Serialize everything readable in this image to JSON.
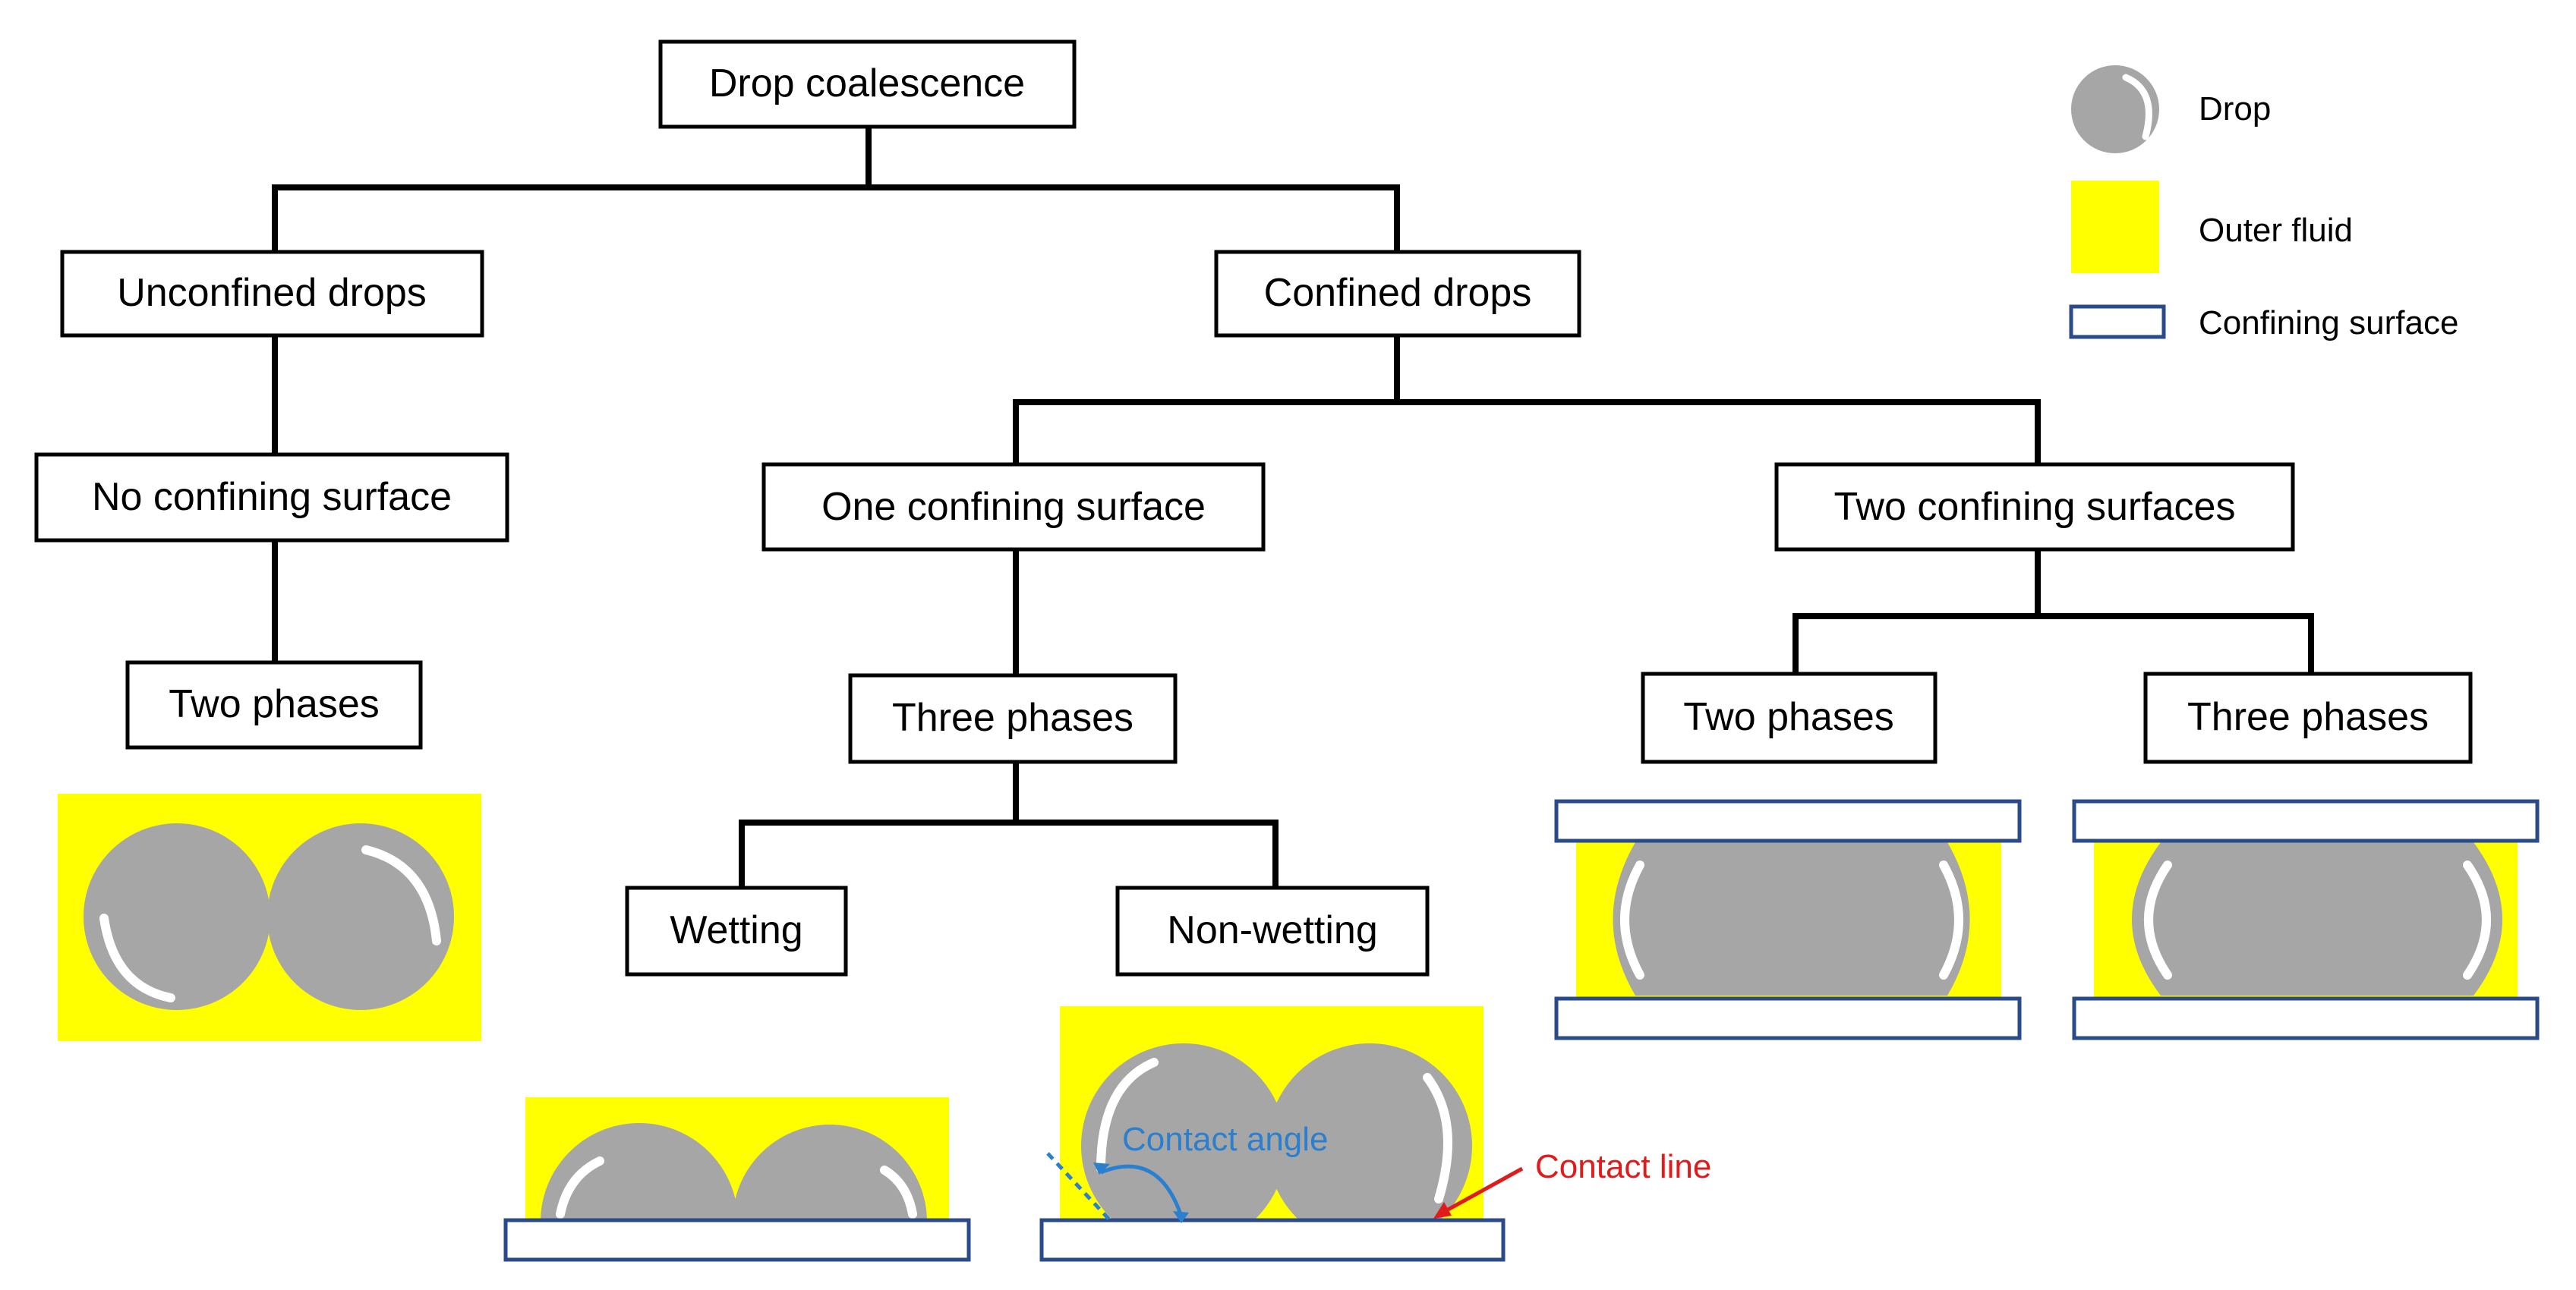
{
  "diagram": {
    "nodes": {
      "root": "Drop coalescence",
      "unconfined": "Unconfined drops",
      "confined": "Confined drops",
      "no_surface": "No confining surface",
      "one_surface": "One confining surface",
      "two_surfaces": "Two confining surfaces",
      "unconfined_two_phases": "Two phases",
      "one_three_phases": "Three phases",
      "two_two_phases": "Two phases",
      "two_three_phases": "Three phases",
      "wetting": "Wetting",
      "non_wetting": "Non-wetting"
    },
    "edges": [
      [
        "root",
        "unconfined"
      ],
      [
        "root",
        "confined"
      ],
      [
        "unconfined",
        "no_surface"
      ],
      [
        "no_surface",
        "unconfined_two_phases"
      ],
      [
        "confined",
        "one_surface"
      ],
      [
        "confined",
        "two_surfaces"
      ],
      [
        "one_surface",
        "one_three_phases"
      ],
      [
        "one_three_phases",
        "wetting"
      ],
      [
        "one_three_phases",
        "non_wetting"
      ],
      [
        "two_surfaces",
        "two_two_phases"
      ],
      [
        "two_surfaces",
        "two_three_phases"
      ]
    ]
  },
  "legend": {
    "drop": "Drop",
    "outer_fluid": "Outer fluid",
    "confining_surface": "Confining surface"
  },
  "annotations": {
    "contact_angle": "Contact angle",
    "contact_line": "Contact line"
  },
  "colors": {
    "outer_fluid": "#ffff00",
    "drop": "#a6a6a6",
    "surface_border": "#2a4a8a",
    "contact_angle": "#2a7fcf",
    "contact_line": "#e01b1b"
  }
}
